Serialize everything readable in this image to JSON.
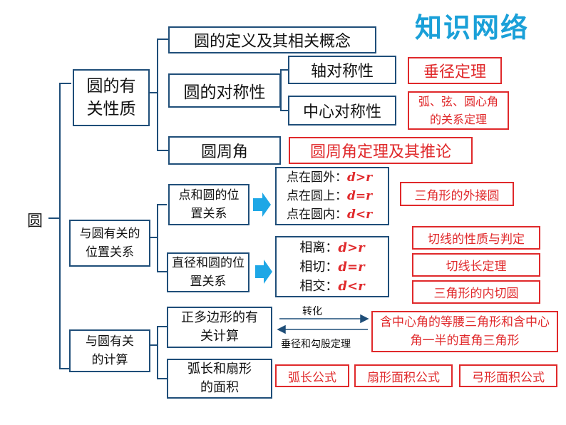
{
  "title": "知识网络",
  "root": "圆",
  "branch1": {
    "label": "圆的有关性质",
    "definition": "圆的定义及其相关概念",
    "symmetry": "圆的对称性",
    "axis": "轴对称性",
    "axis_result": "垂径定理",
    "center": "中心对称性",
    "center_result": "弧、弦、圆心角的关系定理",
    "inscribed": "圆周角",
    "inscribed_result": "圆周角定理及其推论"
  },
  "branch2": {
    "label": "与圆有关的位置关系",
    "point_circle": "点和圆的位置关系",
    "point_conditions": [
      {
        "text": "点在圆外：",
        "expr": "d>r"
      },
      {
        "text": "点在圆上：",
        "expr": "d=r"
      },
      {
        "text": "点在圆内：",
        "expr": "d<r"
      }
    ],
    "point_result": "三角形的外接圆",
    "line_circle": "直径和圆的位置关系",
    "line_conditions": [
      {
        "text": "相离：",
        "expr": "d>r"
      },
      {
        "text": "相切：",
        "expr": "d=r"
      },
      {
        "text": "相交：",
        "expr": "d<r"
      }
    ],
    "tangent_results": [
      "切线的性质与判定",
      "切线长定理",
      "三角形的内切圆"
    ]
  },
  "branch3": {
    "label": "与圆有关的计算",
    "polygon": "正多边形的有关计算",
    "transform_label": "转化",
    "theorem_label": "垂径和勾股定理",
    "polygon_result": "含中心角的等腰三角形和含中心角一半的直角三角形",
    "arc_sector": "弧长和扇形的面积",
    "formulas": [
      "弧长公式",
      "扇形面积公式",
      "弓形面积公式"
    ]
  },
  "colors": {
    "frame": "#1f4e79",
    "accent": "#e0292b",
    "arrow": "#1ea7e6",
    "title": "#1aa0d8"
  }
}
